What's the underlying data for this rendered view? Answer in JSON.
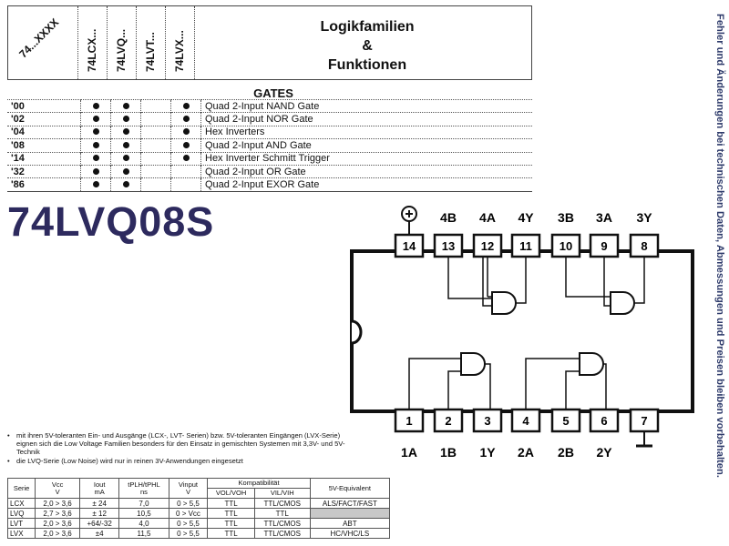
{
  "header": {
    "col_all": "74...XXXX",
    "families": [
      "74LCX...",
      "74LVQ...",
      "74LVT...",
      "74LVX..."
    ],
    "title_line1": "Logikfamilien",
    "title_line2": "&",
    "title_line3": "Funktionen"
  },
  "gates": {
    "title": "GATES",
    "rows": [
      {
        "code": "'00",
        "marks": [
          true,
          true,
          false,
          true
        ],
        "desc": "Quad 2-Input NAND Gate"
      },
      {
        "code": "'02",
        "marks": [
          true,
          true,
          false,
          true
        ],
        "desc": "Quad 2-Input NOR Gate"
      },
      {
        "code": "'04",
        "marks": [
          true,
          true,
          false,
          true
        ],
        "desc": "Hex Inverters"
      },
      {
        "code": "'08",
        "marks": [
          true,
          true,
          false,
          true
        ],
        "desc": "Quad 2-Input AND Gate"
      },
      {
        "code": "'14",
        "marks": [
          true,
          true,
          false,
          true
        ],
        "desc": "Hex Inverter Schmitt Trigger"
      },
      {
        "code": "'32",
        "marks": [
          true,
          true,
          false,
          false
        ],
        "desc": "Quad 2-Input OR Gate"
      },
      {
        "code": "'86",
        "marks": [
          true,
          true,
          false,
          false
        ],
        "desc": "Quad 2-Input EXOR Gate"
      }
    ]
  },
  "part_number": "74LVQ08S",
  "notes": [
    "mit ihren 5V-toleranten Ein- und Ausgänge (LCX-, LVT- Serien) bzw. 5V-toleranten Eingängen (LVX-Serie) eignen sich die Low Voltage Familien besonders für den Einsatz in gemischten Systemen mit 3,3V- und 5V-Technik",
    "die LVQ-Serie (Low Noise) wird nur in reinen 3V-Anwendungen eingesetzt"
  ],
  "spec_table": {
    "headers": {
      "serie": "Serie",
      "vcc": "Vcc",
      "vcc_unit": "V",
      "iout": "Iout",
      "iout_unit": "mA",
      "tpd": "tPLH/tPHL",
      "tpd_unit": "ns",
      "vinput": "Vinput",
      "vinput_unit": "V",
      "kompat": "Kompatibilität",
      "vol_voh": "VOL/VOH",
      "vil_vih": "VIL/VIH",
      "equiv": "5V-Equivalent"
    },
    "rows": [
      {
        "serie": "LCX",
        "vcc": "2,0 > 3,6",
        "iout": "± 24",
        "tpd": "7,0",
        "vin": "0 > 5,5",
        "vol": "TTL",
        "vil": "TTL/CMOS",
        "eq": "ALS/FACT/FAST",
        "grey": false
      },
      {
        "serie": "LVQ",
        "vcc": "2,7 > 3,6",
        "iout": "± 12",
        "tpd": "10,5",
        "vin": "0 > Vcc",
        "vol": "TTL",
        "vil": "TTL",
        "eq": "",
        "grey": true
      },
      {
        "serie": "LVT",
        "vcc": "2,0 > 3,6",
        "iout": "+64/-32",
        "tpd": "4,0",
        "vin": "0 > 5,5",
        "vol": "TTL",
        "vil": "TTL/CMOS",
        "eq": "ABT",
        "grey": false
      },
      {
        "serie": "LVX",
        "vcc": "2,0 > 3,6",
        "iout": "±4",
        "tpd": "11,5",
        "vin": "0 > 5,5",
        "vol": "TTL",
        "vil": "TTL/CMOS",
        "eq": "HC/VHC/LS",
        "grey": false
      }
    ]
  },
  "side_note": "Fehler und Änderungen bei technischen Daten, Abmessungen und Preisen bleiben vorbehalten.",
  "diagram": {
    "top_labels": [
      "4B",
      "4A",
      "4Y",
      "3B",
      "3A",
      "3Y"
    ],
    "top_pins": [
      "14",
      "13",
      "12",
      "11",
      "10",
      "9",
      "8"
    ],
    "bottom_pins": [
      "1",
      "2",
      "3",
      "4",
      "5",
      "6",
      "7"
    ],
    "bottom_labels": [
      "1A",
      "1B",
      "1Y",
      "2A",
      "2B",
      "2Y"
    ],
    "vcc_icon": "vcc-plus-icon",
    "gnd_icon": "ground-icon"
  },
  "colors": {
    "part_number": "#2d2a5e",
    "side_text": "#2d3a6a"
  }
}
